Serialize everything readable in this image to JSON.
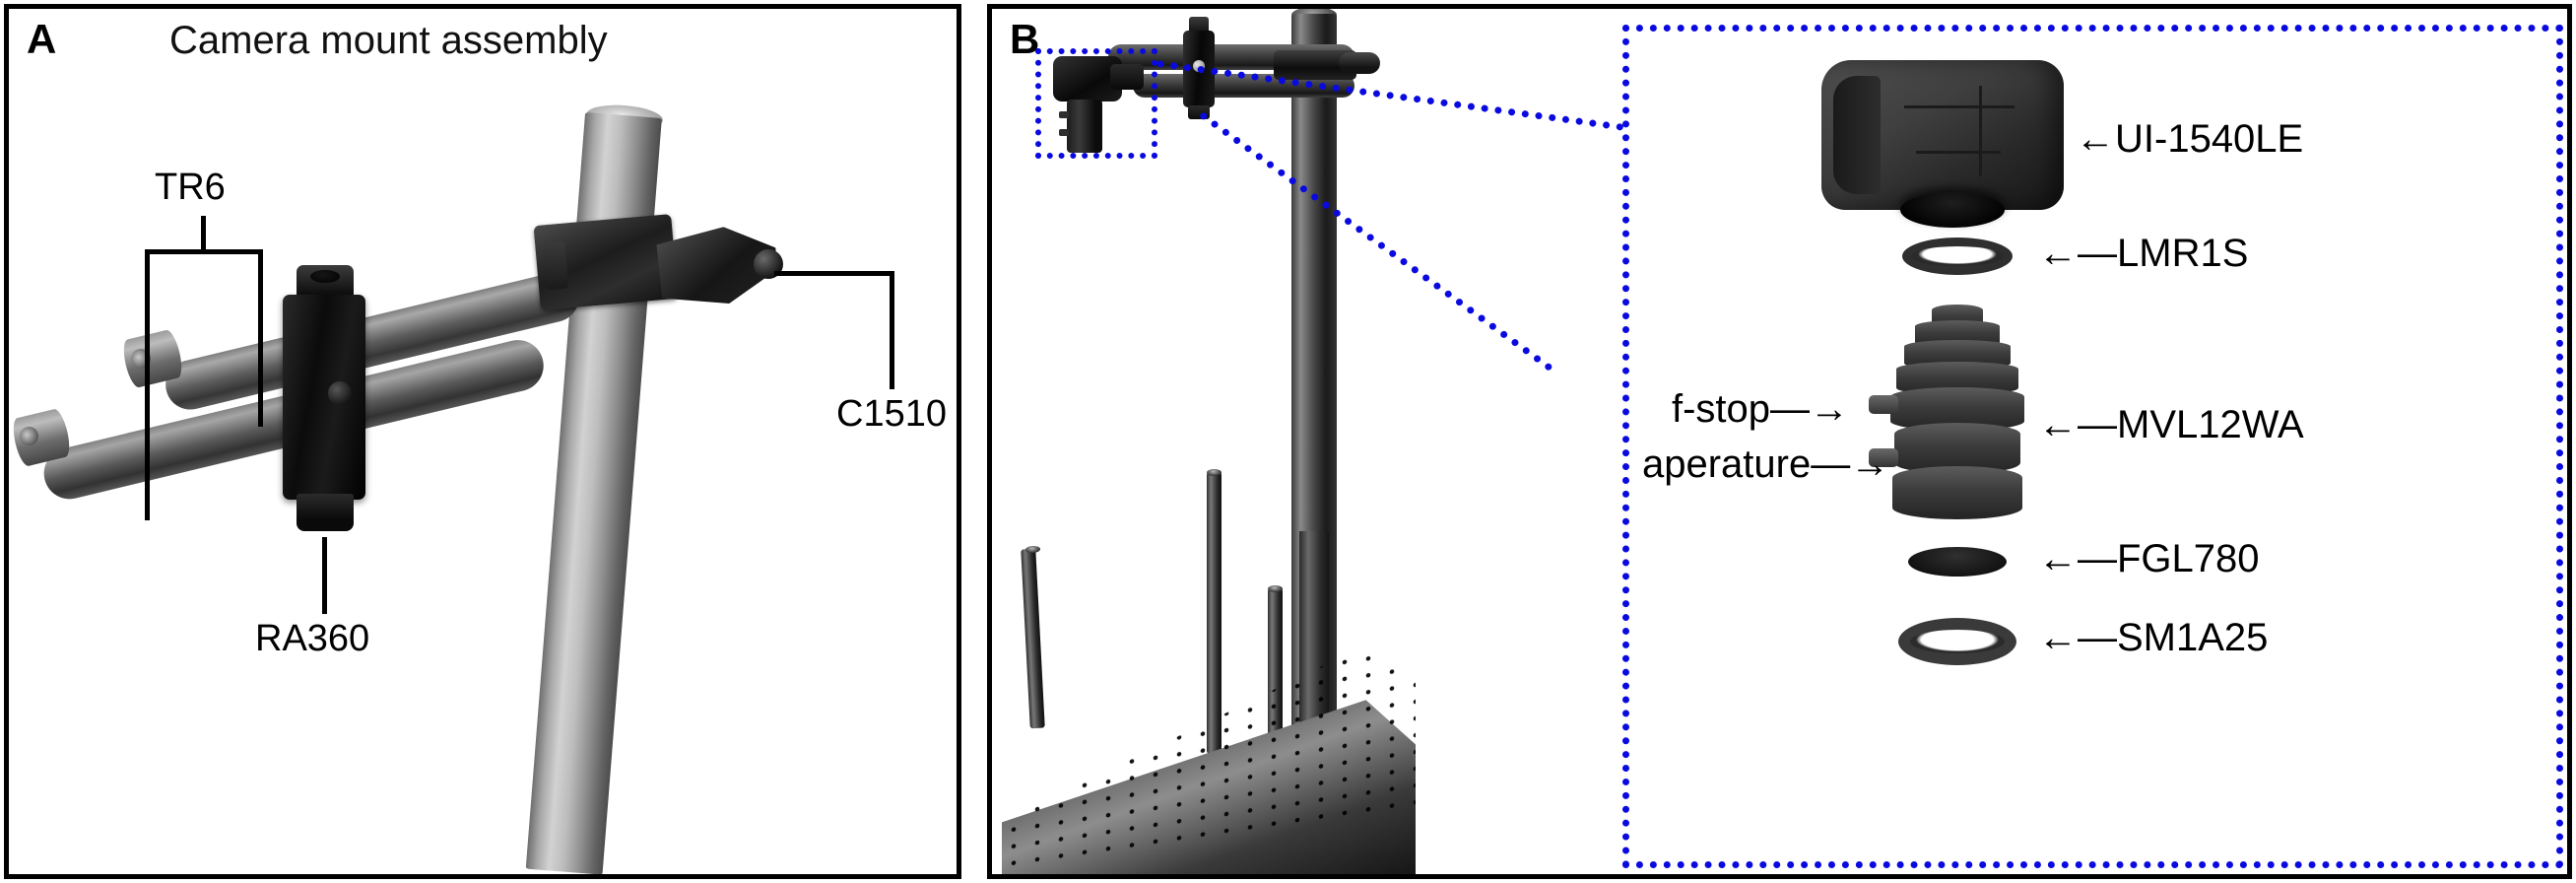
{
  "figure": {
    "panels": [
      {
        "letter": "A",
        "title": "Camera mount assembly",
        "labels": [
          {
            "id": "tr6",
            "text": "TR6",
            "leader": "square-bracket"
          },
          {
            "id": "ra360",
            "text": "RA360",
            "leader": "vertical-line"
          },
          {
            "id": "c1510",
            "text": "C1510",
            "leader": "elbow-line"
          }
        ]
      },
      {
        "letter": "B",
        "title": "",
        "callout": {
          "style": "blue-dotted-box",
          "color": "#0a0ae0"
        },
        "labels": [
          {
            "id": "ui1540le",
            "text": "UI-1540LE",
            "arrow": "left",
            "prefix": "←"
          },
          {
            "id": "lmr1s",
            "text": "LMR1S",
            "arrow": "left",
            "prefix": "←—"
          },
          {
            "id": "fstop",
            "text": "f-stop",
            "arrow": "right",
            "suffix": "—→"
          },
          {
            "id": "aperature",
            "text": "aperature",
            "arrow": "right",
            "suffix": "—→"
          },
          {
            "id": "mvl12wa",
            "text": "MVL12WA",
            "arrow": "left",
            "prefix": "←—"
          },
          {
            "id": "fgl780",
            "text": "FGL780",
            "arrow": "left",
            "prefix": "←—"
          },
          {
            "id": "sm1a25",
            "text": "SM1A25",
            "arrow": "left",
            "prefix": "←—"
          }
        ]
      }
    ]
  },
  "panelA": {
    "letter": "A",
    "title": "Camera mount assembly",
    "tr6": "TR6",
    "ra360": "RA360",
    "c1510": "C1510"
  },
  "panelB": {
    "letter": "B",
    "ui1540le": "←UI-1540LE",
    "lmr1s": "←—LMR1S",
    "fstop": "f-stop—→",
    "aperature": "aperature—→",
    "mvl12wa": "←—MVL12WA",
    "fgl780": "←—FGL780",
    "sm1a25": "←—SM1A25"
  },
  "colors": {
    "callout_blue": "#0a0ae0",
    "border_black": "#000000",
    "background": "#ffffff"
  }
}
